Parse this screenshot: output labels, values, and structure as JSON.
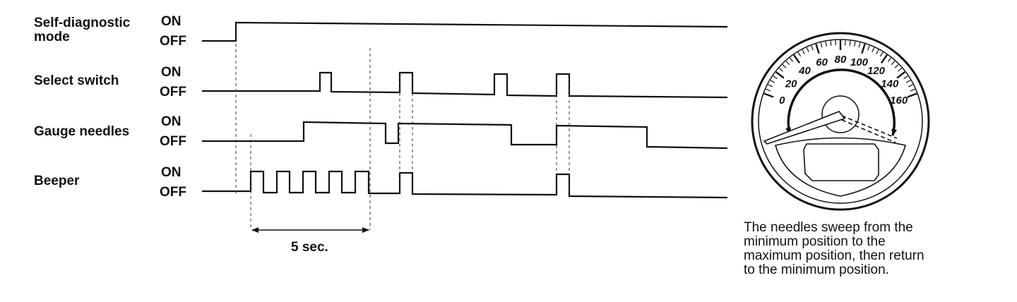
{
  "signals": [
    {
      "label_lines": [
        "Self-diagnostic",
        "mode"
      ],
      "on": "ON",
      "off": "OFF"
    },
    {
      "label_lines": [
        "Select switch"
      ],
      "on": "ON",
      "off": "OFF"
    },
    {
      "label_lines": [
        "Gauge needles"
      ],
      "on": "ON",
      "off": "OFF"
    },
    {
      "label_lines": [
        "Beeper"
      ],
      "on": "ON",
      "off": "OFF"
    }
  ],
  "duration_label": "5 sec.",
  "gauge": {
    "ticks": [
      "0",
      "20",
      "40",
      "60",
      "80",
      "100",
      "120",
      "140",
      "160"
    ]
  },
  "caption_lines": [
    "The needles sweep from the",
    "minimum position to the",
    "maximum position, then return",
    "to the minimum position."
  ]
}
